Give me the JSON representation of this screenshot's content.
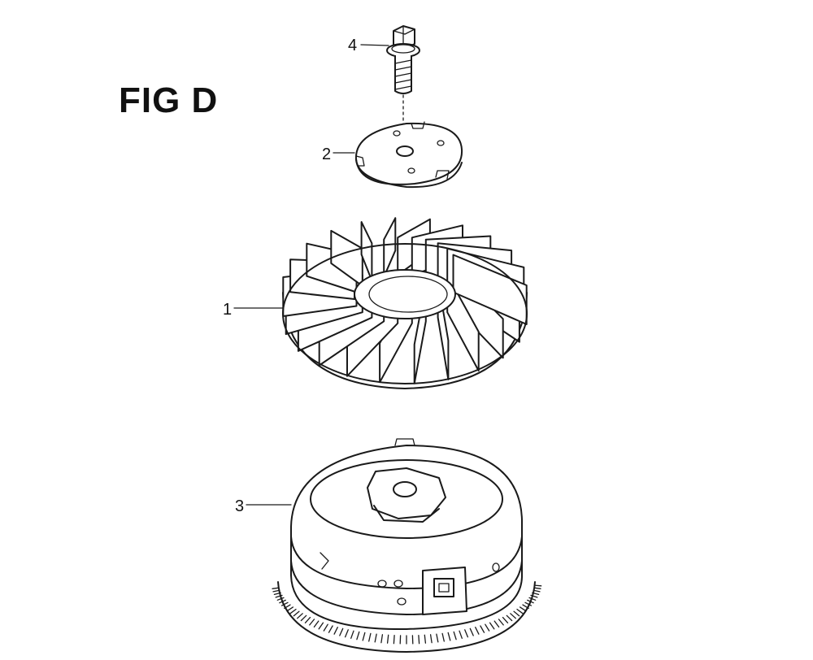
{
  "figure": {
    "title": "FIG D"
  },
  "callouts": [
    {
      "id": "part-4",
      "label": "4"
    },
    {
      "id": "part-2",
      "label": "2"
    },
    {
      "id": "part-1",
      "label": "1"
    },
    {
      "id": "part-3",
      "label": "3"
    }
  ]
}
